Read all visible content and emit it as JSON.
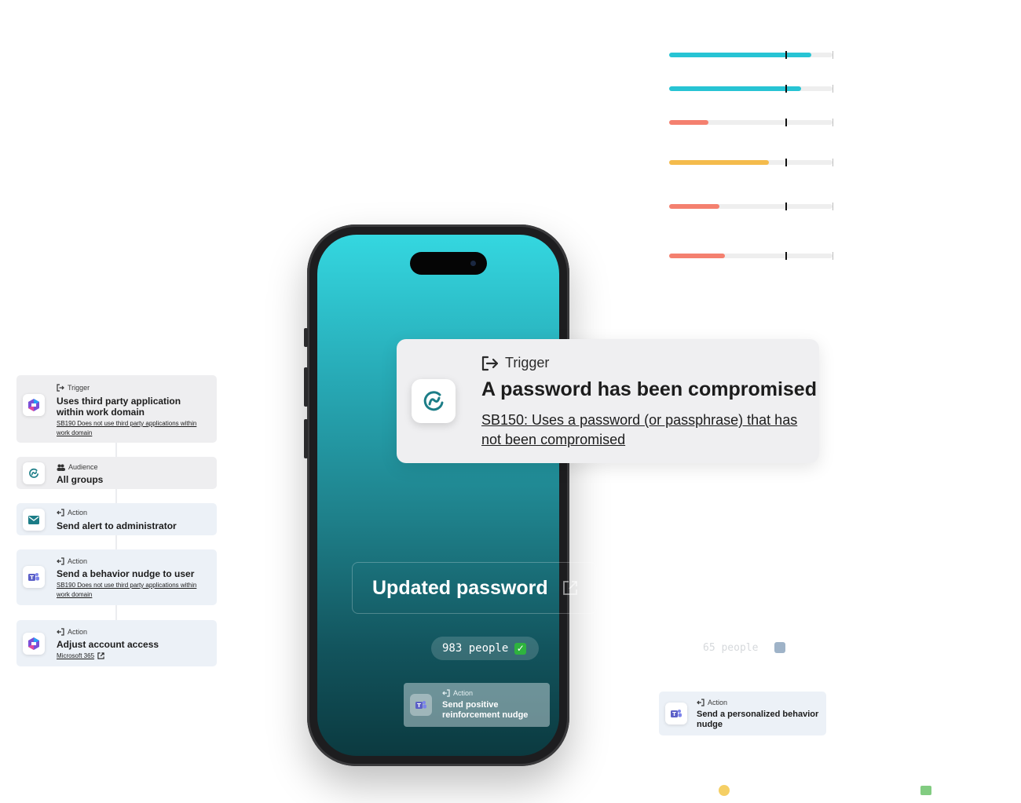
{
  "colors": {
    "teal": "#27c4d4",
    "coral": "#f4806f",
    "amber": "#f4bb4c",
    "brand": "#1c7d87"
  },
  "progress_bars": [
    {
      "color": "#27c4d4",
      "fill_percent": 87
    },
    {
      "color": "#27c4d4",
      "fill_percent": 81
    },
    {
      "color": "#f4806f",
      "fill_percent": 24
    },
    {
      "color": "#f4bb4c",
      "fill_percent": 61
    },
    {
      "color": "#f4806f",
      "fill_percent": 31
    },
    {
      "color": "#f4806f",
      "fill_percent": 34
    }
  ],
  "trigger_card": {
    "icon": "logout-arrow-icon",
    "kicker": "Trigger",
    "title": "A password has been compromised",
    "link": "SB150: Uses a password (or passphrase) that has not been compromised"
  },
  "phone": {
    "updated_label": "Updated password",
    "people_count": "983 people",
    "check_mark": "✓",
    "positive_card": {
      "kicker": "Action",
      "title": "Send positive reinforcement nudge"
    }
  },
  "left_cards": [
    {
      "kicker": "Trigger",
      "title": "Uses third party application within work domain",
      "sub": "SB190 Does not use third party applications within work domain",
      "icon": "microsoft365-icon"
    },
    {
      "kicker": "Audience",
      "title": "All groups",
      "icon": "brand-logo-icon"
    },
    {
      "kicker": "Action",
      "title": "Send alert to administrator",
      "icon": "mail-icon"
    },
    {
      "kicker": "Action",
      "title": "Send a behavior nudge to user",
      "sub": "SB190 Does not use third party applications within work domain",
      "icon": "teams-icon"
    },
    {
      "kicker": "Action",
      "title": "Adjust account access",
      "sub": "Microsoft 365",
      "icon": "microsoft365-icon"
    }
  ],
  "right_card": {
    "kicker": "Action",
    "title": "Send a personalized behavior nudge",
    "icon": "teams-icon"
  }
}
